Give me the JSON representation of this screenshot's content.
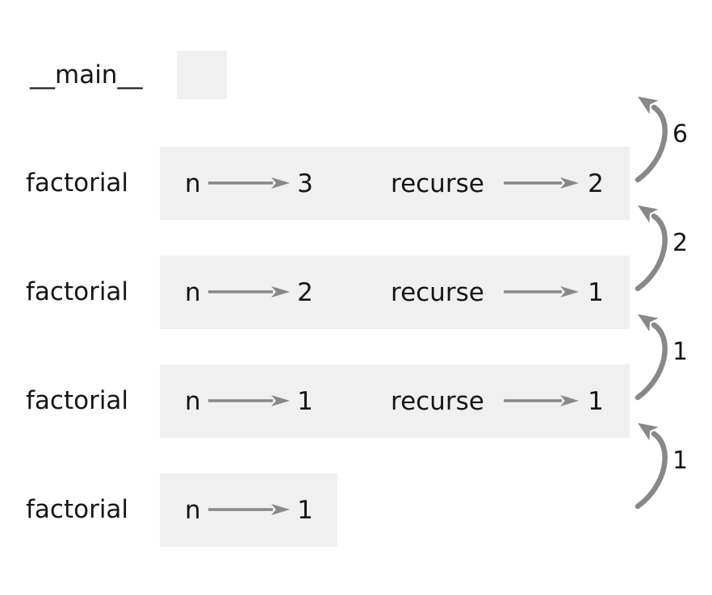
{
  "diagram": {
    "description": "Recursive call stack visualization of factorial(3)",
    "main_frame": {
      "label": "__main__"
    },
    "frames": [
      {
        "label": "factorial",
        "vars": [
          {
            "name": "n",
            "value": "3"
          },
          {
            "name": "recurse",
            "value": "2"
          }
        ],
        "return_value": "6"
      },
      {
        "label": "factorial",
        "vars": [
          {
            "name": "n",
            "value": "2"
          },
          {
            "name": "recurse",
            "value": "1"
          }
        ],
        "return_value": "2"
      },
      {
        "label": "factorial",
        "vars": [
          {
            "name": "n",
            "value": "1"
          },
          {
            "name": "recurse",
            "value": "1"
          }
        ],
        "return_value": "1"
      },
      {
        "label": "factorial",
        "vars": [
          {
            "name": "n",
            "value": "1"
          }
        ],
        "return_value": "1"
      }
    ],
    "icons": {
      "binding_arrow": "right-arrow-icon",
      "return_arrow": "curved-up-arrow-icon"
    },
    "colors": {
      "frame_bg": "#f0f0f0",
      "arrow_gray": "#888888",
      "text": "#161616",
      "background": "#ffffff"
    }
  }
}
